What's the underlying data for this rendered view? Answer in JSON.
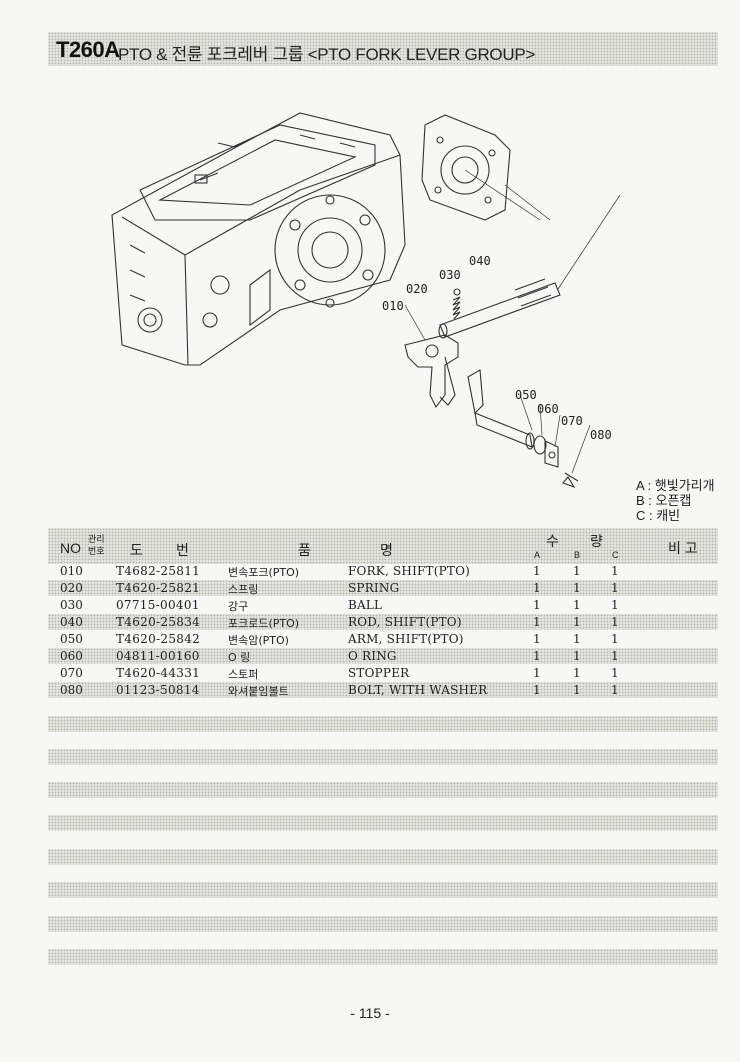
{
  "header": {
    "model_code": "T260A",
    "title": "PTO & 전륜 포크레버 그룹 <PTO FORK LEVER GROUP>"
  },
  "diagram": {
    "callouts": [
      "010",
      "020",
      "030",
      "040",
      "050",
      "060",
      "070",
      "080"
    ]
  },
  "legend": [
    "A : 햇빛가리개",
    "B : 오픈캡",
    "C : 캐빈"
  ],
  "table": {
    "headers": {
      "no": "NO",
      "mgmt_line1": "관리",
      "mgmt_line2": "번호",
      "drawing_1": "도",
      "drawing_2": "번",
      "name_1": "품",
      "name_2": "명",
      "qty_1": "수",
      "qty_2": "량",
      "qty_a": "A",
      "qty_b": "B",
      "qty_c": "C",
      "remarks": "비 고"
    },
    "rows": [
      {
        "no": "010",
        "part_no": "T4682-25811",
        "name_ko": "변속포크(PTO)",
        "name_en": "FORK, SHIFT(PTO)",
        "a": "1",
        "b": "1",
        "c": "1"
      },
      {
        "no": "020",
        "part_no": "T4620-25821",
        "name_ko": "스프링",
        "name_en": "SPRING",
        "a": "1",
        "b": "1",
        "c": "1"
      },
      {
        "no": "030",
        "part_no": "07715-00401",
        "name_ko": "강구",
        "name_en": "BALL",
        "a": "1",
        "b": "1",
        "c": "1"
      },
      {
        "no": "040",
        "part_no": "T4620-25834",
        "name_ko": "포크로드(PTO)",
        "name_en": "ROD, SHIFT(PTO)",
        "a": "1",
        "b": "1",
        "c": "1"
      },
      {
        "no": "050",
        "part_no": "T4620-25842",
        "name_ko": "변속암(PTO)",
        "name_en": "ARM, SHIFT(PTO)",
        "a": "1",
        "b": "1",
        "c": "1"
      },
      {
        "no": "060",
        "part_no": "04811-00160",
        "name_ko": "O 링",
        "name_en": "O RING",
        "a": "1",
        "b": "1",
        "c": "1"
      },
      {
        "no": "070",
        "part_no": "T4620-44331",
        "name_ko": "스토퍼",
        "name_en": "STOPPER",
        "a": "1",
        "b": "1",
        "c": "1"
      },
      {
        "no": "080",
        "part_no": "01123-50814",
        "name_ko": "와셔붙임볼트",
        "name_en": "BOLT, WITH WASHER",
        "a": "1",
        "b": "1",
        "c": "1"
      }
    ]
  },
  "page_number": "- 115 -"
}
